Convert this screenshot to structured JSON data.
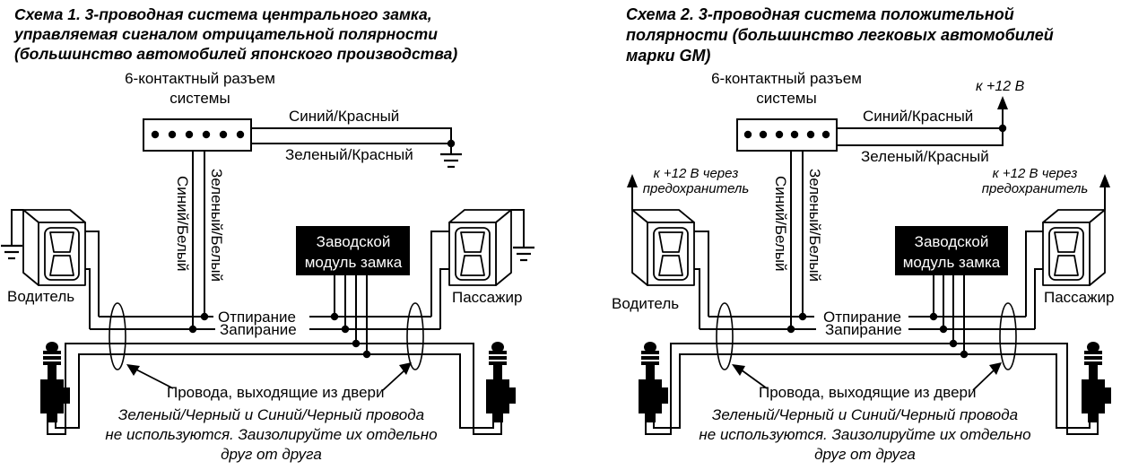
{
  "colors": {
    "line": "#000000",
    "background": "#ffffff",
    "module_bg": "#000000",
    "module_text": "#ffffff"
  },
  "left": {
    "title": "Схема 1. 3-проводная система центрального замка,\nуправляемая сигналом отрицательной полярности\n(большинство автомобилей японского производства)",
    "connector": "6-контактный разъем\nсистемы",
    "wire_blue_red": "Синий/Красный",
    "wire_green_red": "Зеленый/Красный",
    "wire_blue_white": "Синий/Белый",
    "wire_green_white": "Зеленый/Белый",
    "module": "Заводской\nмодуль замка",
    "unlock": "Отпирание",
    "lock": "Запирание",
    "driver": "Водитель",
    "passenger": "Пассажир",
    "door_wires": "Провода, выходящие из двери",
    "note": "Зеленый/Черный и Синий/Черный провода\nне используются. Заизолируйте их отдельно\nдруг от друга"
  },
  "right": {
    "title": "Схема 2. 3-проводная система положительной\nполярности (большинство легковых автомобилей\nмарки GM)",
    "connector": "6-контактный разъем\nсистемы",
    "to_12v": "к +12 В",
    "to_12v_fused": "к +12 В через\nпредохранитель",
    "wire_blue_red": "Синий/Красный",
    "wire_green_red": "Зеленый/Красный",
    "wire_blue_white": "Синий/Белый",
    "wire_green_white": "Зеленый/Белый",
    "module": "Заводской\nмодуль замка",
    "unlock": "Отпирание",
    "lock": "Запирание",
    "driver": "Водитель",
    "passenger": "Пассажир",
    "door_wires": "Провода, выходящие из двери",
    "note": "Зеленый/Черный и Синий/Черный провода\nне используются. Заизолируйте их отдельно\nдруг от друга"
  }
}
